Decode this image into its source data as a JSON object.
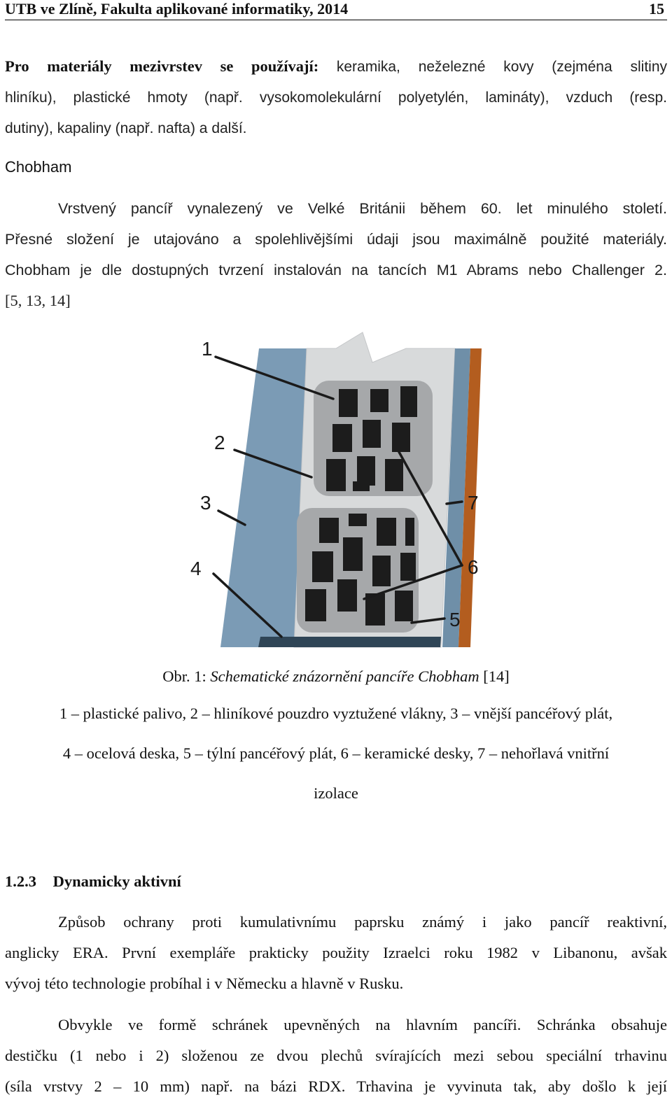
{
  "header": {
    "title": "UTB ve Zlíně, Fakulta aplikované informatiky, 2014",
    "page_number": "15"
  },
  "para1": {
    "bold_lead": "Pro materiály mezivrstev se používají:",
    "line1_rest": "keramika, neželezné kovy (zejména slitiny",
    "line2": "hliníku), plastické hmoty (např. vysokomolekulární polyetylén, lamináty), vzduch (resp.",
    "line3": "dutiny), kapaliny (např. nafta) a další."
  },
  "chobham": {
    "heading": "Chobham",
    "line1": "Vrstvený pancíř vynalezený ve Velké Británii během 60. let minulého století.",
    "line2": "Přesné složení je utajováno a spolehlivějšími údaji jsou maximálně použité materiály.",
    "line3": "Chobham je dle dostupných tvrzení instalován na tancích M1 Abrams nebo Challenger 2.",
    "line4": "[5, 13, 14]"
  },
  "figure": {
    "labels": [
      "1",
      "2",
      "3",
      "4",
      "5",
      "6",
      "7"
    ],
    "colors": {
      "outer_plate": "#7b9bb5",
      "outer_plate_dark": "#5a7a92",
      "housing": "#d8dadb",
      "ceramic_frame": "#a6a8aa",
      "ceramic_tile": "#1c1c1c",
      "insulation": "#6f8fa8",
      "back_plate": "#b35d1f",
      "steel_plate": "#2f4556"
    }
  },
  "caption": {
    "prefix": "Obr. 1:",
    "title": "Schematické znázornění pancíře Chobham",
    "ref": "[14]"
  },
  "legend": {
    "line1": "1 – plastické palivo, 2 – hliníkové pouzdro vyztužené vlákny, 3 – vnější pancéřový plát,",
    "line2": "4 – ocelová deska, 5 – týlní pancéřový plát, 6 – keramické desky, 7 – nehořlavá vnitřní",
    "line3": "izolace"
  },
  "section": {
    "number": "1.2.3",
    "title": "Dynamicky aktivní",
    "p1_line1": "Způsob ochrany proti kumulativnímu paprsku známý i jako pancíř reaktivní,",
    "p1_line2": "anglicky ERA. První exempláře prakticky použity Izraelci roku 1982 v Libanonu, avšak",
    "p1_line3": "vývoj této technologie probíhal i v Německu a hlavně v Rusku.",
    "p2_line1": "Obvykle ve formě schránek upevněných na hlavním pancíři. Schránka obsahuje",
    "p2_line2": "destičku (1 nebo i 2) složenou ze dvou plechů svírajících mezi sebou speciální trhavinu",
    "p2_line3": "(síla vrstvy 2 – 10 mm) např. na bázi RDX. Trhavina je vyvinuta tak, aby došlo k její"
  }
}
